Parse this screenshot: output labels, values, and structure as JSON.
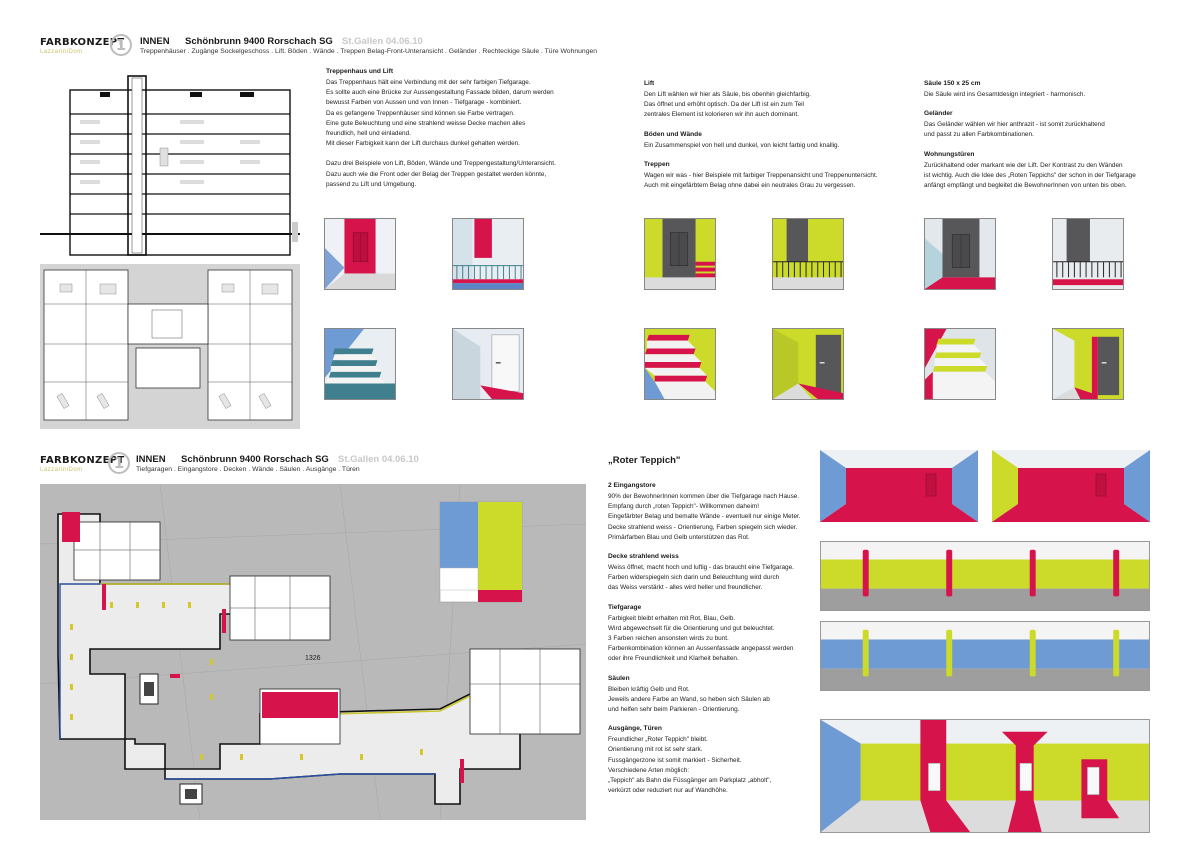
{
  "colors": {
    "red": "#d6134a",
    "yellow": "#ccdb2a",
    "blue": "#6f9bd4",
    "anthracite": "#575759",
    "teal": "#3f7f8e",
    "lightgray": "#e8e8e8",
    "planGray": "#b8b8b8"
  },
  "top": {
    "brand": "FARBKONZEPT",
    "brandSub": "LazzariniDom",
    "number": "1",
    "area": "INNEN",
    "project": "Schönbrunn  9400 Rorschach SG",
    "date": "St.Gallen 04.06.10",
    "subtitle": "Treppenhäuser . Zugänge Sockelgeschoss . Lift. Böden . Wände . Treppen Belag-Front-Unteransicht . Geländer . Rechteckige Säule . Türe Wohnungen",
    "col1": [
      {
        "title": "Treppenhaus und Lift",
        "lines": [
          "Das Treppenhaus hält eine Verbindung mit der sehr farbigen Tiefgarage.",
          "Es sollte auch eine Brücke zur Aussengestaltung Fassade bilden, darum werden",
          "bewusst Farben von Aussen und von Innen - Tiefgarage - kombiniert.",
          "Da es gefangene Treppenhäuser sind können sie Farbe vertragen.",
          "Eine gute Beleuchtung und eine strahlend weisse Decke machen alles",
          "freundlich, hell und einladend.",
          "Mit dieser Farbigkeit kann der Lift durchaus dunkel gehalten werden."
        ]
      },
      {
        "title": "",
        "lines": [
          "Dazu drei Beispiele von Lift, Böden, Wände und Treppengestaltung/Unteransicht.",
          "Dazu auch wie die Front oder der Belag der Treppen gestaltet werden könnte,",
          "passend zu Lift und Umgebung."
        ]
      }
    ],
    "col2": [
      {
        "title": "Lift",
        "lines": [
          "Den Lift wählen wir hier als Säule, bis obenhin gleichfarbig.",
          "Das öffnet und erhöht optisch. Da der Lift ist ein zum Teil",
          "zentrales Element ist kolorieren wir ihn auch dominant."
        ]
      },
      {
        "title": "Böden und Wände",
        "lines": [
          "Ein Zusammenspiel von hell und dunkel, von leicht farbig und knallig."
        ]
      },
      {
        "title": "Treppen",
        "lines": [
          "Wagen wir was - hier Beispiele mit farbiger Treppenansicht und Treppenuntersicht.",
          "Auch mit eingefärbtem Belag ohne dabei ein neutrales Grau zu vergessen."
        ]
      }
    ],
    "col3": [
      {
        "title": "Säule 150 x 25 cm",
        "lines": [
          "Die Säule wird ins Gesamtdesign integriert - harmonisch."
        ]
      },
      {
        "title": "Geländer",
        "lines": [
          "Das Geländer wählen wir hier anthrazit - ist somit zurückhaltend",
          "und passt zu allen Farbkombinationen."
        ]
      },
      {
        "title": "Wohnungstüren",
        "lines": [
          "Zurückhaltend oder markant wie der Lift. Der Kontrast zu den Wänden",
          "ist wichtig. Auch die Idee des „Roten Teppichs\" der schon in der Tiefgarage",
          "anfängt empfängt und begleitet die BewohnerInnen von unten bis oben."
        ]
      }
    ]
  },
  "bottom": {
    "brand": "FARBKONZEPT",
    "brandSub": "LazzariniDom",
    "number": "1",
    "area": "INNEN",
    "project": "Schönbrunn  9400 Rorschach SG",
    "date": "St.Gallen 04.06.10",
    "subtitle": "Tiefgaragen . Eingangstore . Decken . Wände . Säulen . Ausgänge . Türen",
    "planLabel": "1326",
    "heading": "„Roter Teppich\"",
    "blocks": [
      {
        "title": "2 Eingangstore",
        "lines": [
          "90% der BewohnerInnen kommen über die Tiefgarage nach Hause.",
          "Empfang durch „roten Teppich\"- Willkommen daheim!",
          "Eingefärbter Belag und bemalte Wände - eventuell nur einige Meter.",
          "Decke strahlend weiss - Orientierung, Farben spiegeln sich wieder.",
          "Primärfarben Blau und Gelb unterstützen das Rot."
        ]
      },
      {
        "title": "Decke strahlend weiss",
        "lines": [
          "Weiss öffnet, macht hoch und luftig - das braucht eine Tiefgarage.",
          "Farben widerspiegeln sich darin und Beleuchtung wird durch",
          "das Weiss verstärkt - alles wird heller und freundlicher."
        ]
      },
      {
        "title": "Tiefgarage",
        "lines": [
          "Farbigkeit bleibt erhalten mit Rot, Blau, Gelb.",
          "Wird abgewechselt für die Orientierung und gut beleuchtet.",
          "3 Farben reichen ansonsten wirds zu bunt.",
          "Farbenkombination können an Aussenfassade angepasst werden",
          "oder ihre Freundlichkeit und Klarheit behalten."
        ]
      },
      {
        "title": "Säulen",
        "lines": [
          "Bleiben kräftig Gelb und Rot.",
          "Jeweils andere Farbe an Wand, so heben sich Säulen ab",
          "und helfen sehr beim Parkieren - Orientierung."
        ]
      },
      {
        "title": "Ausgänge, Türen",
        "lines": [
          "Freundlicher „Roter Teppich\" bleibt.",
          "Orientierung mit rot ist sehr stark.",
          "Fussgängerzone ist somit markiert - Sicherheit.",
          "Verschiedene Arten möglich:",
          "„Teppich\" als Bahn die Füssgänger am Parkplatz „abholt\",",
          "verkürzt oder reduziert nur auf Wandhöhe."
        ]
      }
    ]
  }
}
